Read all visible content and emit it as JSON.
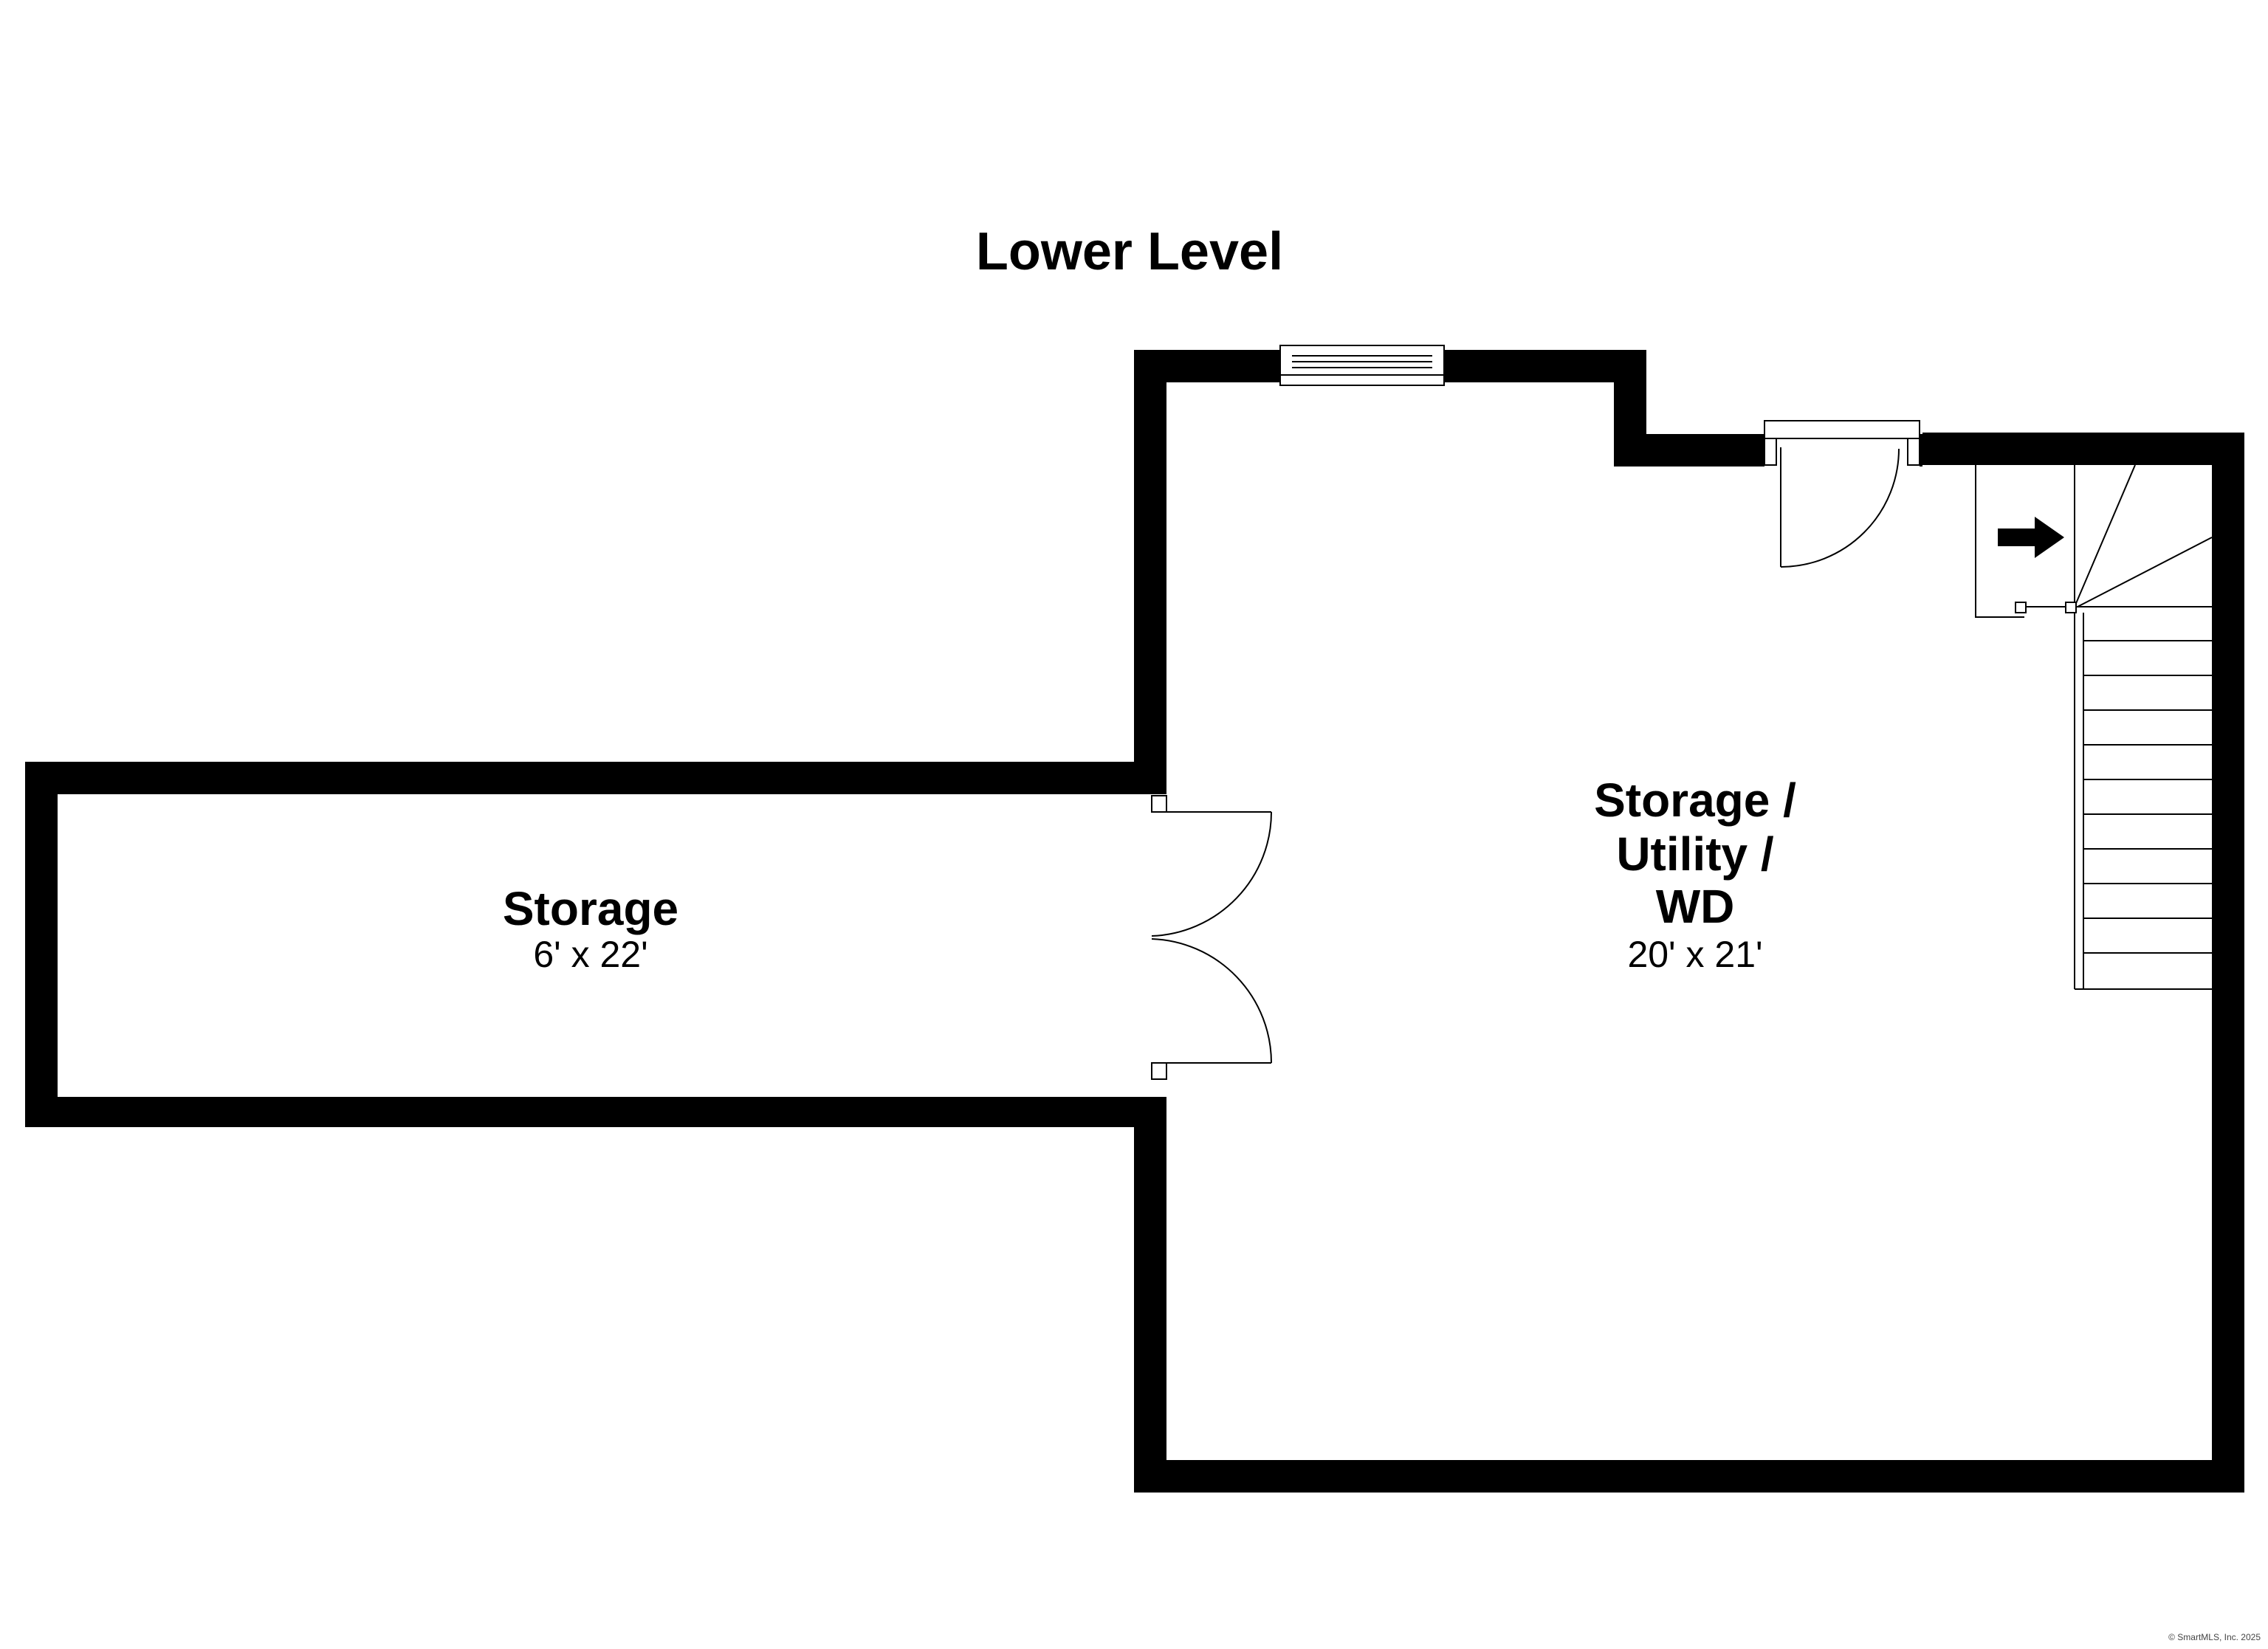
{
  "title": "Lower Level",
  "rooms": [
    {
      "name_lines": [
        "Storage"
      ],
      "dimensions": "6' x 22'"
    },
    {
      "name_lines": [
        "Storage /",
        "Utility /",
        "WD"
      ],
      "dimensions": "20' x 21'"
    }
  ],
  "copyright": "© SmartMLS, Inc. 2025",
  "icons": [
    "stair-direction-arrow-icon",
    "door-swing-icon",
    "window-icon"
  ],
  "colors": {
    "wall": "#000000",
    "background": "#ffffff"
  }
}
